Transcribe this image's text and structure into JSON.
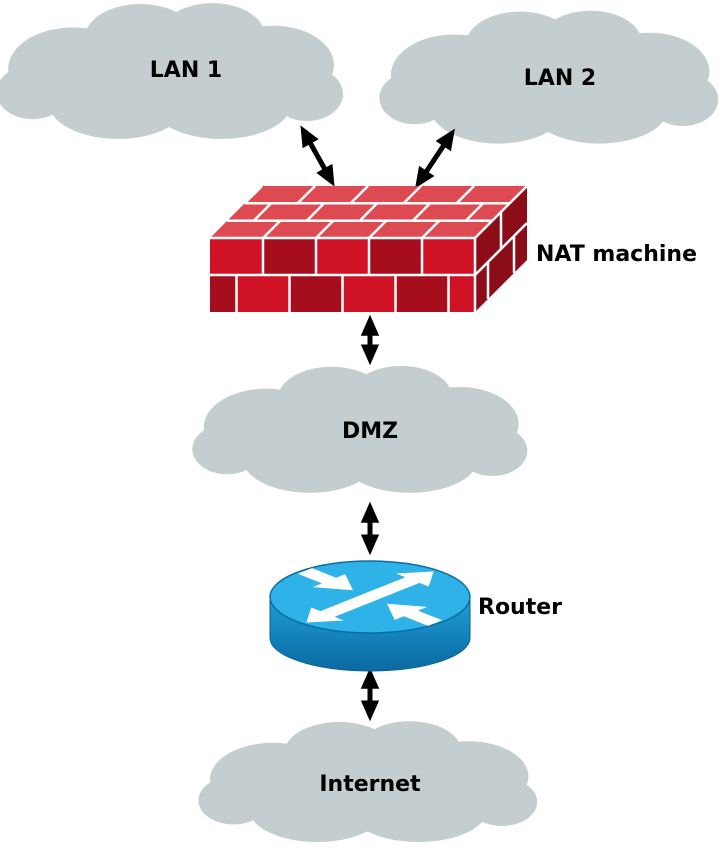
{
  "diagram": {
    "type": "network-topology",
    "nodes": {
      "lan1": {
        "label": "LAN 1",
        "shape": "cloud"
      },
      "lan2": {
        "label": "LAN 2",
        "shape": "cloud"
      },
      "nat": {
        "label": "NAT machine",
        "shape": "firewall-brick-wall"
      },
      "dmz": {
        "label": "DMZ",
        "shape": "cloud"
      },
      "router": {
        "label": "Router",
        "shape": "router-cylinder"
      },
      "internet": {
        "label": "Internet",
        "shape": "cloud"
      }
    },
    "edges": [
      {
        "from": "LAN 1",
        "to": "NAT machine",
        "style": "double-headed-arrow"
      },
      {
        "from": "LAN 2",
        "to": "NAT machine",
        "style": "double-headed-arrow"
      },
      {
        "from": "NAT machine",
        "to": "DMZ",
        "style": "double-headed-arrow"
      },
      {
        "from": "DMZ",
        "to": "Router",
        "style": "double-headed-arrow"
      },
      {
        "from": "Router",
        "to": "Internet",
        "style": "double-headed-arrow"
      }
    ],
    "colors": {
      "cloud": "#c4ced1",
      "brick_top": "#de4a52",
      "brick_front": "#d01225",
      "brick_dark": "#a60e1e",
      "brick_side": "#8c0d18",
      "mortar": "#ffffff",
      "router_top": "#2eb2e8",
      "router_body": "#1080bc",
      "arrow": "#000000",
      "label_text": "#000000"
    }
  }
}
